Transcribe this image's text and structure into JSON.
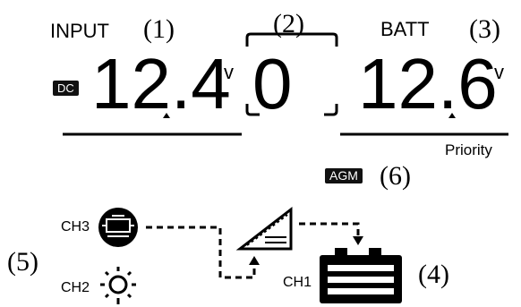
{
  "input": {
    "label": "INPUT",
    "callout": "(1)",
    "dc_badge": "DC",
    "value": "12.4",
    "unit": "v"
  },
  "middle": {
    "callout": "(2)",
    "value": "0"
  },
  "batt": {
    "label": "BATT",
    "callout": "(3)",
    "value": "12.6",
    "unit": "v",
    "priority": "Priority"
  },
  "battery_type": {
    "badge": "AGM",
    "callout": "(6)"
  },
  "channels": {
    "ch3": "CH3",
    "ch2": "CH2",
    "ch1": "CH1",
    "group_callout": "(5)",
    "battery_callout": "(4)"
  },
  "icons": [
    "engine-icon",
    "sun-icon",
    "charger-icon",
    "battery-icon",
    "arrow-up-icon",
    "arrow-down-icon"
  ]
}
